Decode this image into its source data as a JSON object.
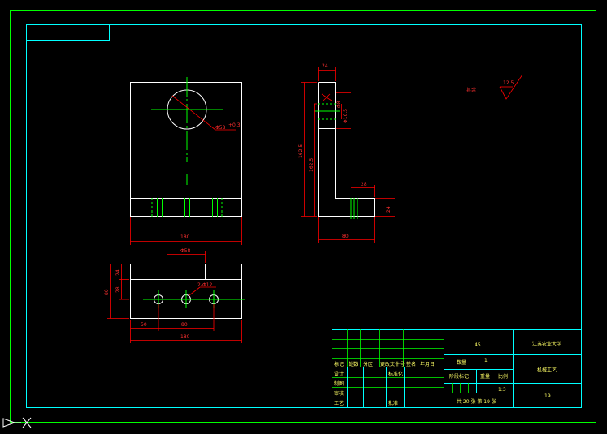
{
  "colors": {
    "background": "#000000",
    "outer_frame": "#00ff00",
    "inner_frame": "#00ffff",
    "outline": "#ffffff",
    "centerline": "#00ff00",
    "dimension": "#ff0000",
    "title_text": "#ffff66"
  },
  "dimensions": {
    "front_hole_dia": "Φ58",
    "front_hole_note": "+0.3",
    "front_width": "180",
    "side_top_width": "24",
    "side_height_outer": "162.5",
    "side_height_inner": "162.5",
    "side_hole_a": "Φ16.5",
    "side_hole_b": "Φ8",
    "side_step": "28",
    "side_base_h": "24",
    "side_width": "80",
    "top_slot": "Φ58",
    "top_height": "80",
    "top_h1": "24",
    "top_h2": "28",
    "top_holes": "2-Φ12",
    "top_left": "50",
    "top_mid": "80",
    "top_total": "180"
  },
  "surface_note": {
    "label": "其余",
    "value": "12.5"
  },
  "title_block": {
    "material": "45",
    "school": "江苏农业大学",
    "part_name": "机械工艺",
    "drawing_no": "19",
    "qty_label": "数量",
    "qty_value": "1",
    "stage_label": "阶段标记",
    "weight_label": "重量",
    "scale_label": "比例",
    "scale_value": "1:3",
    "sheet_info": "共 20 张  第 19 张",
    "header_row": [
      "标记",
      "处数",
      "分区",
      "更改文件号",
      "签名",
      "年月日"
    ],
    "design_label": "设计",
    "std_label": "标准化",
    "draw_label": "制图",
    "check_label": "审核",
    "process_label": "工艺",
    "approve_label": "批准"
  }
}
